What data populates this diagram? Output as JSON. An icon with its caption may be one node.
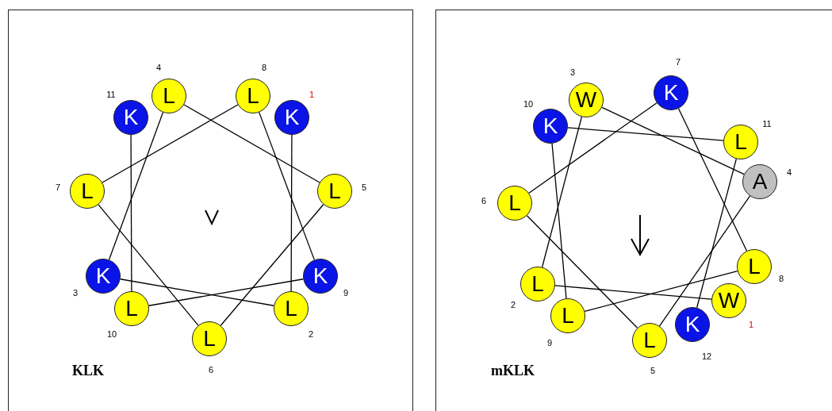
{
  "diagram": {
    "nodes": [
      {
        "text": [
          "KLK"
        ]
      },
      {
        "text": [
          "K"
        ],
        "in": 0,
        "beside": [
          "1"
        ]
      },
      {
        "text": [
          "L"
        ],
        "in": 0,
        "beside": [
          "2"
        ]
      },
      {
        "text": [
          "K"
        ],
        "in": 0,
        "beside": [
          "3"
        ]
      },
      {
        "text": [
          "L"
        ],
        "in": 0,
        "beside": [
          "4"
        ]
      },
      {
        "text": [
          "L"
        ],
        "in": 0,
        "beside": [
          "5"
        ]
      },
      {
        "text": [
          "L"
        ],
        "in": 0,
        "beside": [
          "6"
        ]
      },
      {
        "text": [
          "L"
        ],
        "in": 0,
        "beside": [
          "7"
        ]
      },
      {
        "text": [
          "L"
        ],
        "in": 0,
        "beside": [
          "8"
        ]
      },
      {
        "text": [
          "K"
        ],
        "in": 0,
        "beside": [
          "9"
        ]
      },
      {
        "text": [
          "L"
        ],
        "in": 0,
        "beside": [
          "10"
        ]
      },
      {
        "text": [
          "K"
        ],
        "in": 0,
        "beside": [
          "11"
        ]
      },
      {
        "text": [
          "mKLK"
        ]
      },
      {
        "text": [
          "W"
        ],
        "in": 12,
        "beside": [
          "1"
        ]
      },
      {
        "text": [
          "L"
        ],
        "in": 12,
        "beside": [
          "2"
        ]
      },
      {
        "text": [
          "W"
        ],
        "in": 12,
        "beside": [
          "3"
        ]
      },
      {
        "text": [
          "A"
        ],
        "in": 12,
        "beside": [
          "4"
        ]
      },
      {
        "text": [
          "L"
        ],
        "in": 12,
        "beside": [
          "5"
        ]
      },
      {
        "text": [
          "L"
        ],
        "in": 12,
        "beside": [
          "6"
        ]
      },
      {
        "text": [
          "K"
        ],
        "in": 12,
        "beside": [
          "7"
        ]
      },
      {
        "text": [
          "L"
        ],
        "in": 12,
        "beside": [
          "8"
        ]
      },
      {
        "text": [
          "L"
        ],
        "in": 12,
        "beside": [
          "9"
        ]
      },
      {
        "text": [
          "K"
        ],
        "in": 12,
        "beside": [
          "10"
        ]
      },
      {
        "text": [
          "L"
        ],
        "in": 12,
        "beside": [
          "11"
        ]
      },
      {
        "text": [
          "K"
        ],
        "in": 12,
        "beside": [
          "12"
        ]
      }
    ],
    "edges": [
      {
        "from": 1,
        "to": 2,
        "arrow": "none"
      },
      {
        "from": 2,
        "to": 3,
        "arrow": "none"
      },
      {
        "from": 3,
        "to": 4,
        "arrow": "none"
      },
      {
        "from": 4,
        "to": 5,
        "arrow": "none"
      },
      {
        "from": 5,
        "to": 6,
        "arrow": "none"
      },
      {
        "from": 6,
        "to": 7,
        "arrow": "none"
      },
      {
        "from": 7,
        "to": 8,
        "arrow": "none"
      },
      {
        "from": 8,
        "to": 9,
        "arrow": "none"
      },
      {
        "from": 9,
        "to": 10,
        "arrow": "none"
      },
      {
        "from": 10,
        "to": 11,
        "arrow": "none"
      },
      {
        "from": 13,
        "to": 14,
        "arrow": "none"
      },
      {
        "from": 14,
        "to": 15,
        "arrow": "none"
      },
      {
        "from": 15,
        "to": 16,
        "arrow": "none"
      },
      {
        "from": 16,
        "to": 17,
        "arrow": "none"
      },
      {
        "from": 17,
        "to": 18,
        "arrow": "none"
      },
      {
        "from": 18,
        "to": 19,
        "arrow": "none"
      },
      {
        "from": 19,
        "to": 20,
        "arrow": "none"
      },
      {
        "from": 20,
        "to": 21,
        "arrow": "none"
      },
      {
        "from": 21,
        "to": 22,
        "arrow": "none"
      },
      {
        "from": 22,
        "to": 23,
        "arrow": "none"
      },
      {
        "from": 23,
        "to": 24,
        "arrow": "none"
      }
    ]
  }
}
